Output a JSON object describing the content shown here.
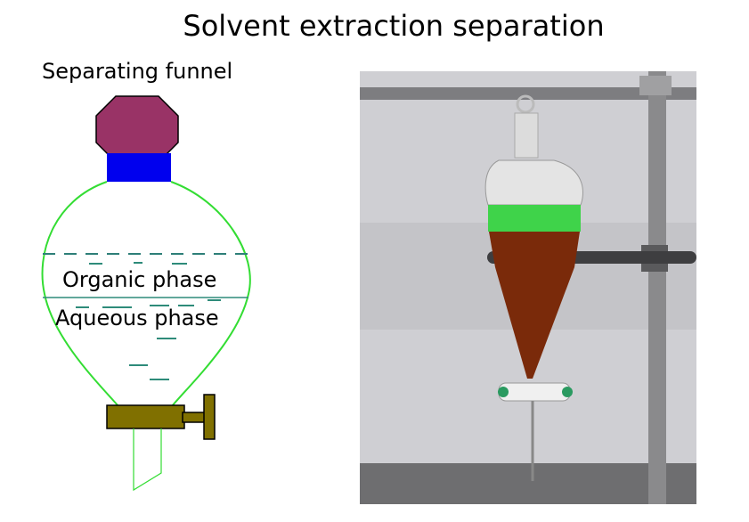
{
  "slide": {
    "title": "Solvent extraction separation",
    "diagram_label": "Separating funnel",
    "organic_label": "Organic phase",
    "aqueous_label": "Aqueous phase"
  },
  "colors": {
    "stopper": "#993366",
    "neck": "#0000ee",
    "glass_outline": "#33dd33",
    "stopcock": "#807000",
    "phase_line": "#2e8b7a",
    "organic_liquid_photo": "#3fd34a",
    "aqueous_liquid_photo": "#7a2a0a"
  }
}
